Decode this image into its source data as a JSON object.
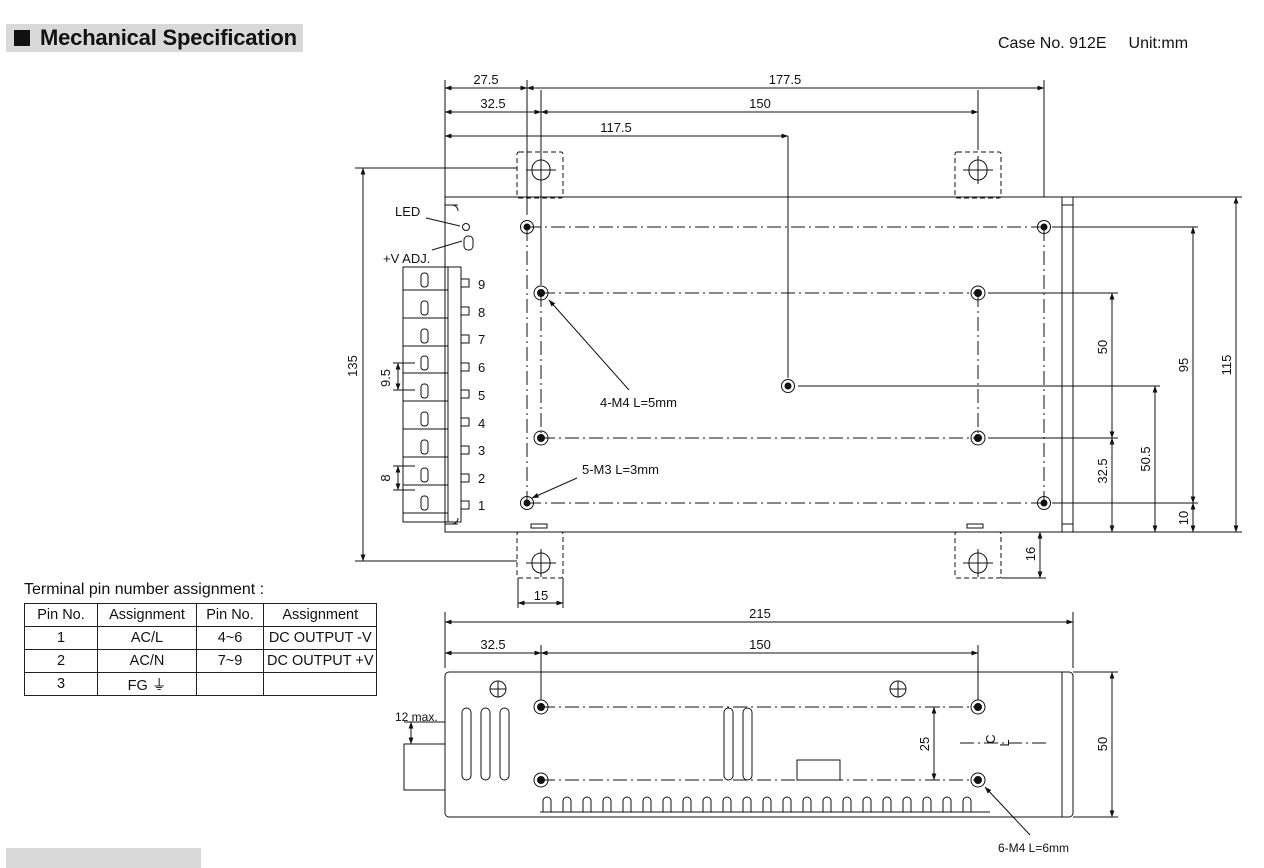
{
  "section_title": "Mechanical Specification",
  "case_no": "Case No. 912E",
  "unit": "Unit:mm",
  "top_view": {
    "dims": {
      "d27_5": "27.5",
      "d177_5": "177.5",
      "d32_5": "32.5",
      "d150": "150",
      "d117_5": "117.5",
      "d135": "135",
      "d9_5": "9.5",
      "d8": "8",
      "d50": "50",
      "d95": "95",
      "d115": "115",
      "d50_5": "50.5",
      "d32_5_v": "32.5",
      "d10": "10",
      "d16": "16",
      "d15": "15"
    },
    "labels": {
      "led": "LED",
      "vadj": "+V ADJ.",
      "m4": "4-M4 L=5mm",
      "m3": "5-M3 L=3mm"
    },
    "terminal_numbers": [
      "9",
      "8",
      "7",
      "6",
      "5",
      "4",
      "3",
      "2",
      "1"
    ]
  },
  "pin_table": {
    "title": "Terminal pin number assignment :",
    "headers": [
      "Pin No.",
      "Assignment",
      "Pin No.",
      "Assignment"
    ],
    "rows": [
      [
        "1",
        "AC/L",
        "4~6",
        "DC OUTPUT -V"
      ],
      [
        "2",
        "AC/N",
        "7~9",
        "DC OUTPUT +V"
      ],
      [
        "3",
        "FG ⏚",
        "",
        ""
      ]
    ]
  },
  "side_view": {
    "dims": {
      "d215": "215",
      "d32_5": "32.5",
      "d150": "150",
      "d12max": "12 max.",
      "d25": "25",
      "d50": "50",
      "cl_c": "C",
      "cl_l": "L"
    },
    "labels": {
      "m4": "6-M4 L=6mm"
    }
  }
}
